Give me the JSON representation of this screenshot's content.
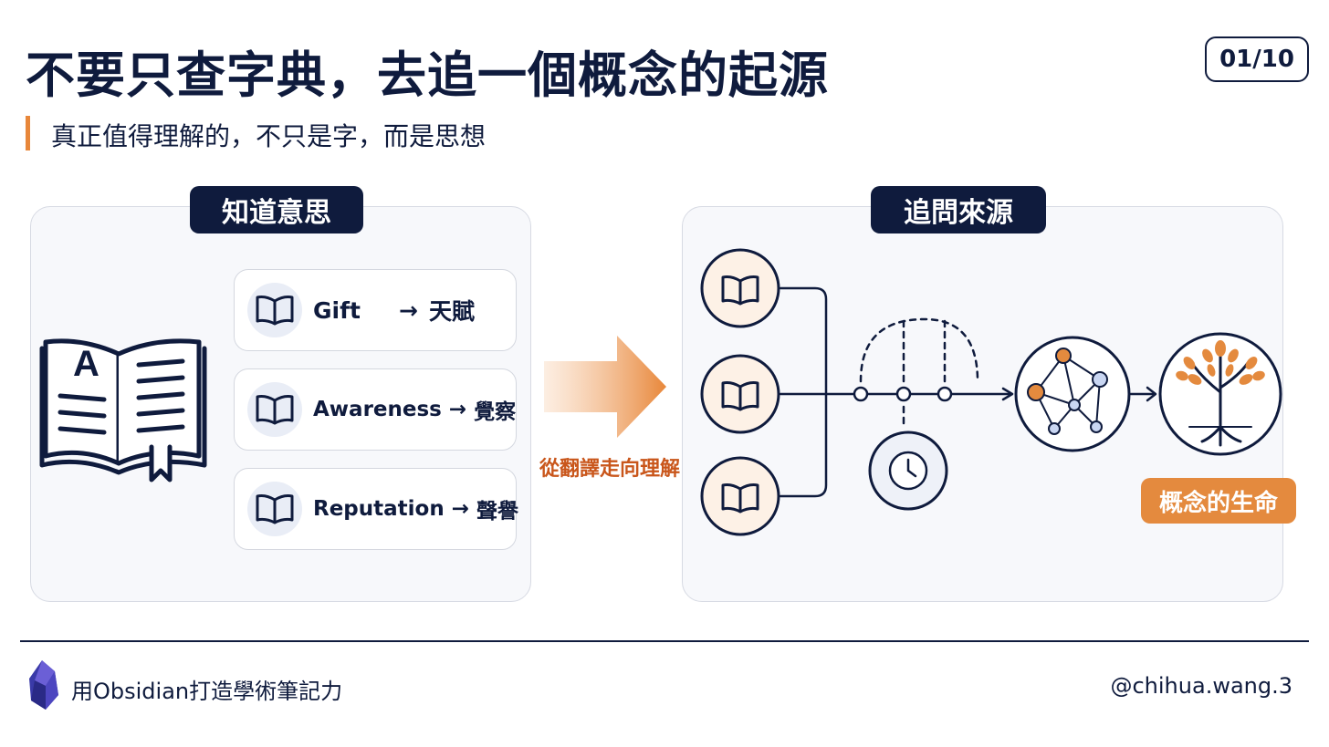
{
  "header": {
    "title": "不要只查字典，去追一個概念的起源",
    "page_indicator": "01/10",
    "subtitle": "真正值得理解的，不只是字，而是思想"
  },
  "left_panel": {
    "label": "知道意思",
    "book_letter": "A",
    "cards": [
      {
        "word": "Gift",
        "arrow": "→",
        "translation": "天賦"
      },
      {
        "word": "Awareness",
        "arrow": "→",
        "translation": "覺察"
      },
      {
        "word": "Reputation",
        "arrow": "→",
        "translation": "聲譽"
      }
    ]
  },
  "transition": {
    "label": "從翻譯走向理解"
  },
  "right_panel": {
    "label": "追問來源",
    "result_label": "概念的生命"
  },
  "footer": {
    "left_text": "用Obsidian打造學術筆記力",
    "right_text": "@chihua.wang.3"
  },
  "colors": {
    "navy": "#0f1b3d",
    "accent_orange": "#e48a3e",
    "panel_bg": "#f7f8fb",
    "node_light_blue": "#c9d6f2"
  }
}
